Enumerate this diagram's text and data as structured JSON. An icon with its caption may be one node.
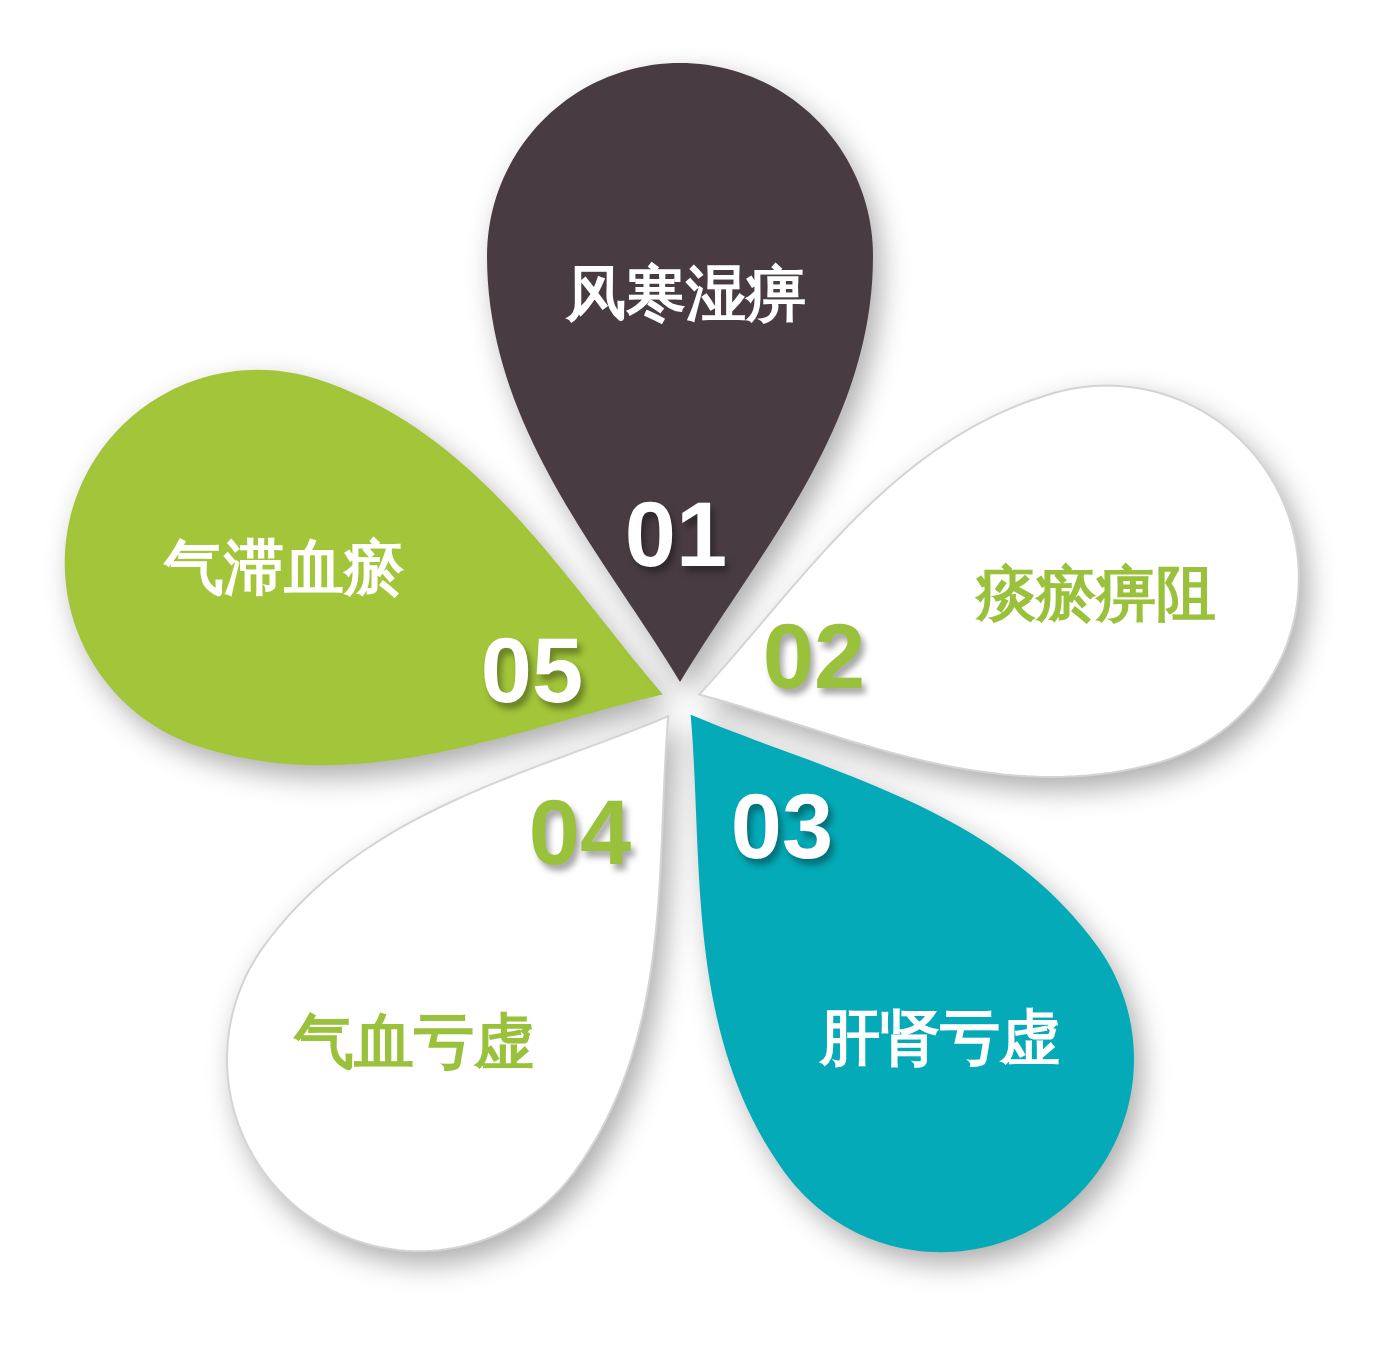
{
  "diagram": {
    "nodes": [
      {
        "text": [
          "风寒湿痹",
          "01"
        ]
      },
      {
        "text": [
          "痰瘀痹阻",
          "02"
        ]
      },
      {
        "text": [
          "03",
          "肝肾亏虚"
        ]
      },
      {
        "text": [
          "04",
          "气血亏虚"
        ]
      },
      {
        "text": [
          "气滞血瘀",
          "05"
        ]
      }
    ]
  }
}
